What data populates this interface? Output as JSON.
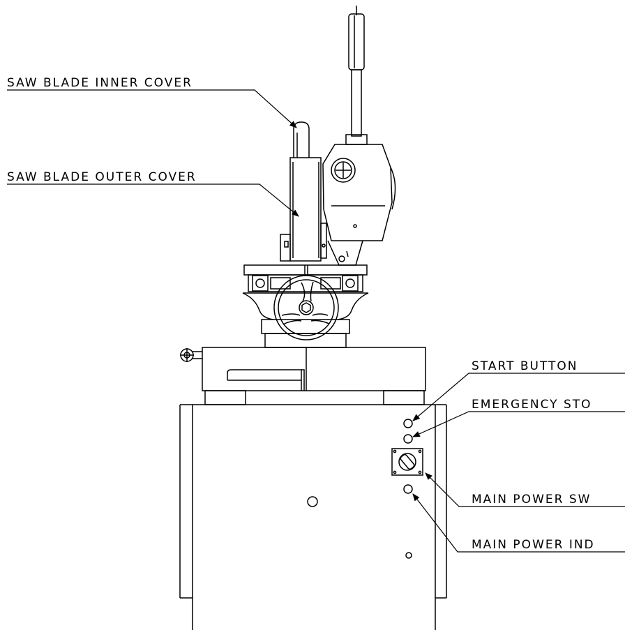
{
  "colors": {
    "line": "#000000",
    "background": "#ffffff"
  },
  "labels": {
    "saw_blade_inner_cover": "SAW BLADE INNER COVER",
    "saw_blade_outer_cover": "SAW BLADE OUTER COVER",
    "start_button": "START BUTTON",
    "emergency_stop": "EMERGENCY STO",
    "main_power_switch": "MAIN POWER SW",
    "main_power_indicator": "MAIN POWER IND"
  }
}
